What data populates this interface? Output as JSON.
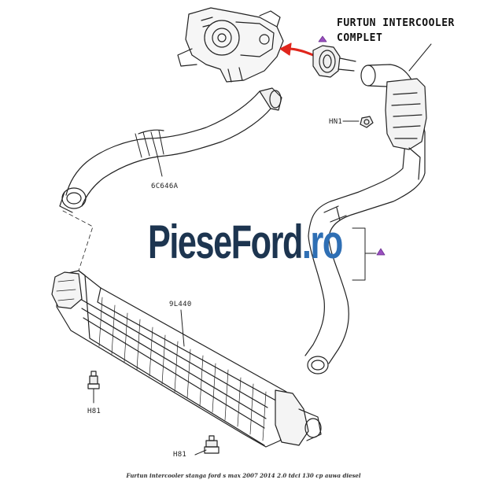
{
  "diagram": {
    "callout_title_line1": "FURTUN INTERCOOLER",
    "callout_title_line2": "COMPLET",
    "part_labels": {
      "hn1": "HN1",
      "hose_upper": "6C646A",
      "intercooler": "9L440",
      "h81_left": "H81",
      "h81_bottom": "H81"
    },
    "watermark": {
      "main": "PieseFord",
      "tld": ".ro"
    },
    "caption": "Furtun intercooler stanga ford s max 2007 2014 2.0 tdci 130 cp auwa diesel",
    "colors": {
      "line": "#222222",
      "marker": "#9a4fbf",
      "arrow": "#e0261c",
      "watermark_main": "#1d3550",
      "watermark_tld": "#2f6fb4"
    }
  }
}
